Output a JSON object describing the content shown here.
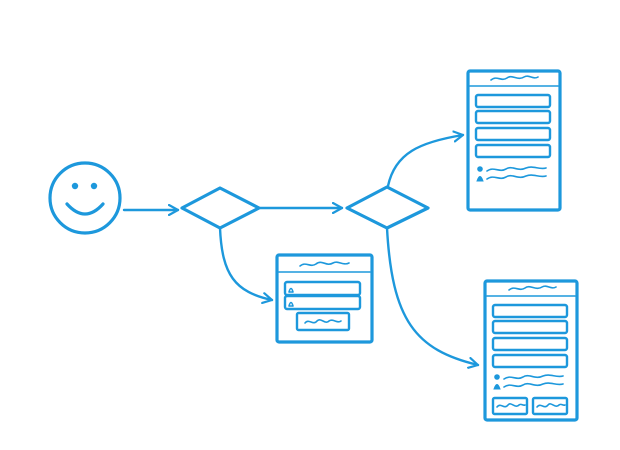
{
  "diagram": {
    "colors": {
      "ink": "#1d98dc",
      "background": "#ffffff"
    },
    "nodes": [
      {
        "id": "user",
        "icon": "smiley-face-icon"
      },
      {
        "id": "decision-1",
        "shape": "diamond"
      },
      {
        "id": "decision-2",
        "shape": "diamond"
      },
      {
        "id": "login-form",
        "type": "wireframe"
      },
      {
        "id": "profile-form",
        "type": "wireframe"
      },
      {
        "id": "signup-form",
        "type": "wireframe"
      }
    ],
    "edges": [
      {
        "from": "user",
        "to": "decision-1"
      },
      {
        "from": "decision-1",
        "to": "decision-2"
      },
      {
        "from": "decision-1",
        "to": "login-form"
      },
      {
        "from": "decision-2",
        "to": "profile-form"
      },
      {
        "from": "decision-2",
        "to": "signup-form"
      }
    ]
  }
}
